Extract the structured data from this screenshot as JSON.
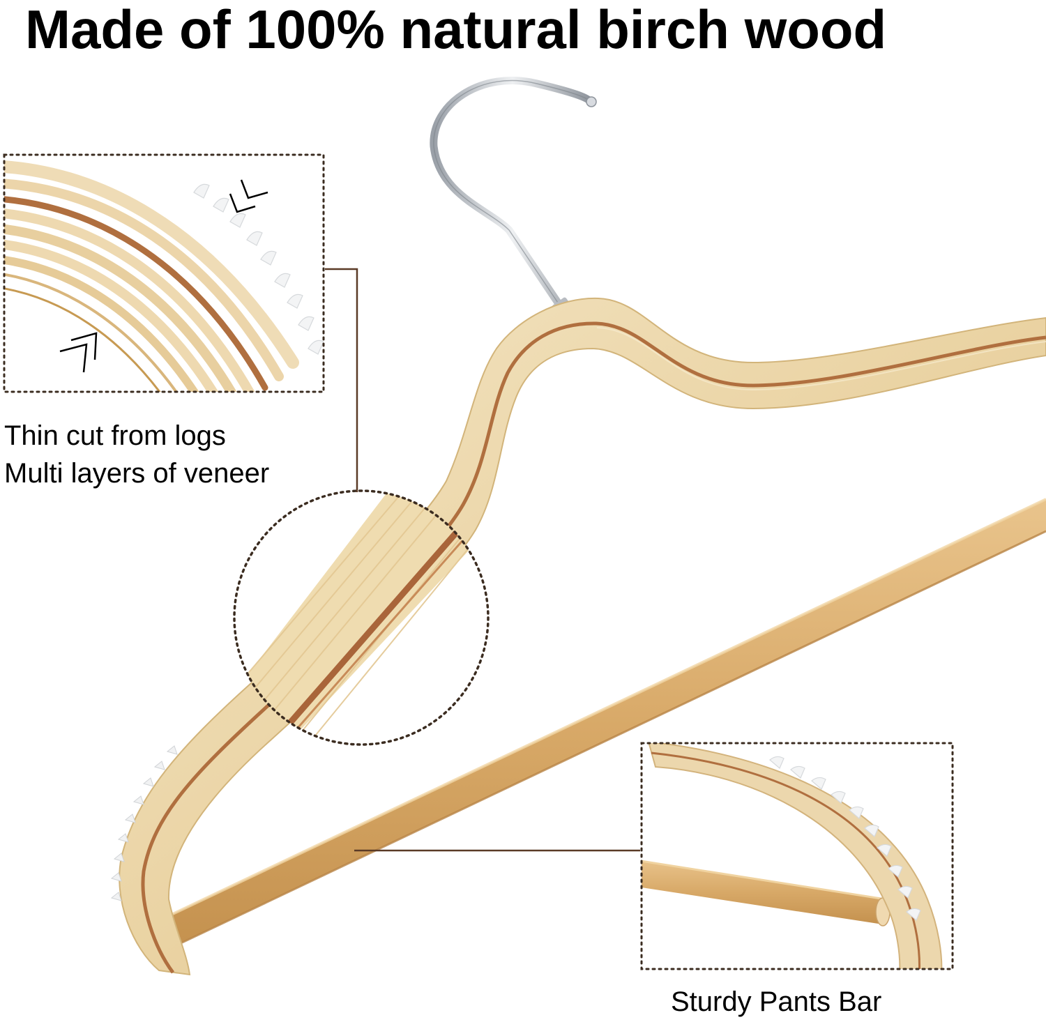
{
  "headline": "Made of 100% natural birch wood",
  "callouts": {
    "veneer": {
      "line1": "Thin cut from logs",
      "line2": "Multi layers of veneer"
    },
    "pants_bar": {
      "label": "Sturdy Pants Bar"
    }
  },
  "colors": {
    "wood_light": "#efdcb4",
    "wood_mid": "#e2c78f",
    "wood_dark": "#a8643a",
    "bar": "#d8a968",
    "metal": "#c9ccd1",
    "callout_line": "#5a3a26",
    "dots": "#3b2c20"
  }
}
